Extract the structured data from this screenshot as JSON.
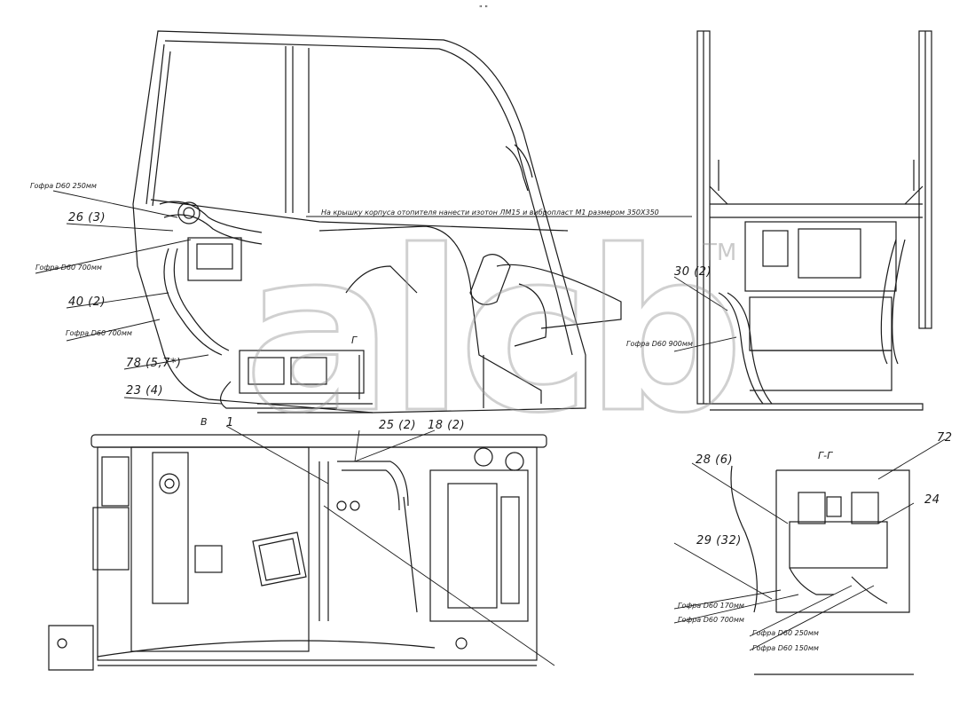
{
  "watermark": {
    "text": "alcb",
    "trademark": "TM"
  },
  "top_mark": "\" \"",
  "note": "На крышку корпуса отопителя нанести изотон ЛМ15 и вибропласт М1 размером 350Х350",
  "section_label": "Г-Г",
  "view_label": "В",
  "cut_label": "Г",
  "callouts": [
    {
      "id": "gofra-250-top",
      "text": "Гофра D60 250мм"
    },
    {
      "id": "26",
      "text": "26 (3)"
    },
    {
      "id": "gofra-700-a",
      "text": "Гофра D60 700мм"
    },
    {
      "id": "40",
      "text": "40 (2)"
    },
    {
      "id": "gofra-700-b",
      "text": "Гофра D60 700мм"
    },
    {
      "id": "78",
      "text": "78 (5,7*)"
    },
    {
      "id": "23",
      "text": "23 (4)"
    },
    {
      "id": "1",
      "text": "1"
    },
    {
      "id": "25",
      "text": "25 (2)"
    },
    {
      "id": "18",
      "text": "18 (2)"
    },
    {
      "id": "30",
      "text": "30 (2)"
    },
    {
      "id": "gofra-900",
      "text": "Гофра D60 900мм"
    },
    {
      "id": "72",
      "text": "72"
    },
    {
      "id": "28",
      "text": "28 (6)"
    },
    {
      "id": "24",
      "text": "24"
    },
    {
      "id": "29",
      "text": "29 (32)"
    },
    {
      "id": "gofra-170",
      "text": "Гофра D60 170мм"
    },
    {
      "id": "gofra-700-c",
      "text": "Гофра D60 700мм"
    },
    {
      "id": "gofra-250-b",
      "text": "Гофра D60 250мм"
    },
    {
      "id": "gofra-150",
      "text": "Гофра D60 150мм"
    }
  ]
}
